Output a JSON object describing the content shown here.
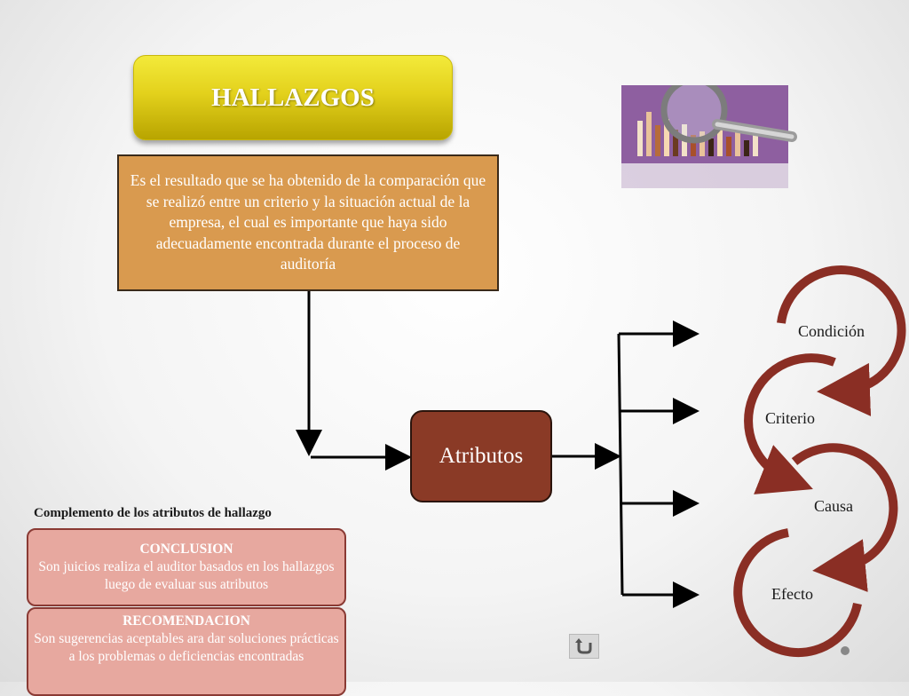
{
  "title": "HALLAZGOS",
  "definition": "Es el resultado que se ha obtenido de la comparación que se realizó entre un criterio y la situación actual de la empresa, el cual es importante que haya sido adecuadamente encontrada durante el proceso de auditoría",
  "attributes_label": "Atributos",
  "attributes_cycle": [
    "Condición",
    "Criterio",
    "Causa",
    "Efecto"
  ],
  "complement": {
    "heading": "Complemento de los atributos de hallazgo",
    "conclusion": {
      "title": "CONCLUSION",
      "text": "Son juicios  realiza el auditor basados en los hallazgos luego de evaluar sus atributos"
    },
    "recommendation": {
      "title": "RECOMENDACION",
      "text": "Son sugerencias aceptables ara dar soluciones prácticas a los problemas o deficiencias encontradas"
    }
  },
  "colors": {
    "title_fill": "#e3d11c",
    "definition_fill": "#d99a4f",
    "attributes_fill": "#8a3a26",
    "cycle_arc": "#8a2e24",
    "pink_box_fill": "#e7a89f"
  },
  "icons": {
    "illustration": "magnifier-chart-icon",
    "navigation": "back-arrow-icon"
  }
}
